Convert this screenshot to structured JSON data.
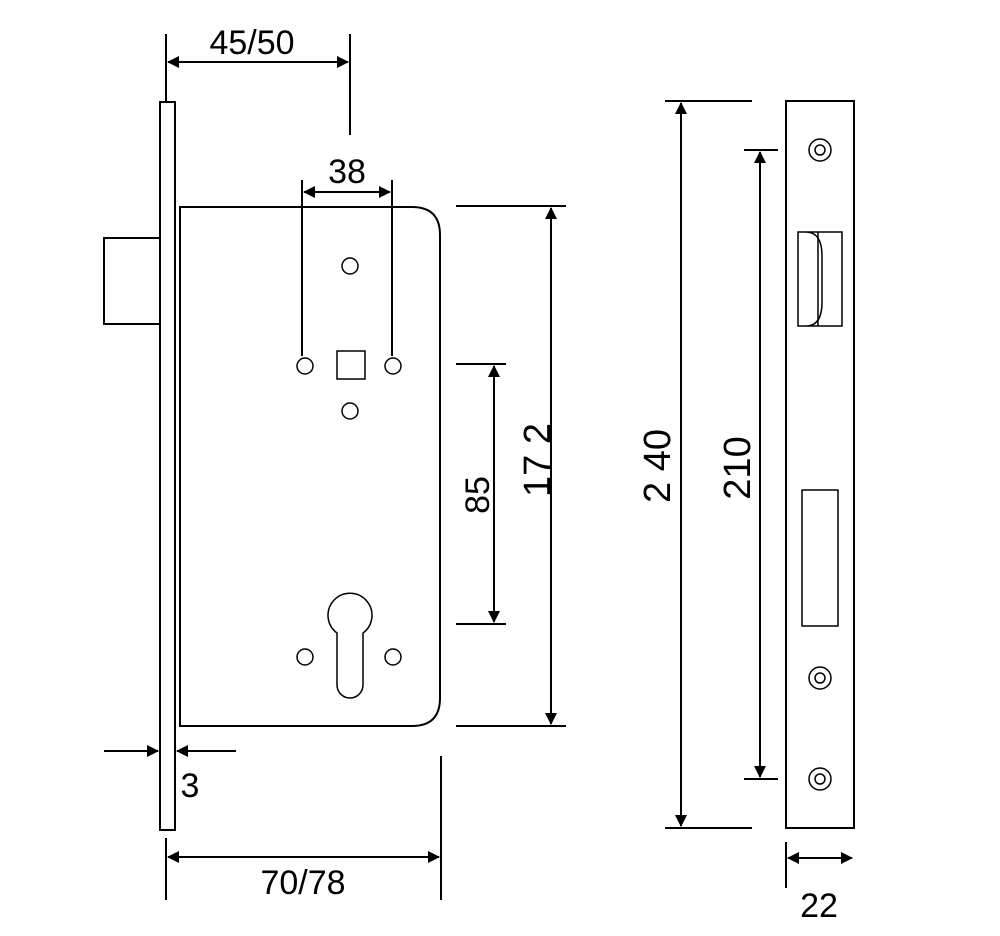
{
  "diagram": {
    "line_color": "#000000",
    "background_color": "#ffffff",
    "dimensions": {
      "backset": "45/50",
      "handle_spacing": "38",
      "center_distance": "85",
      "case_height": "17 2",
      "faceplate_thickness": "3",
      "case_depth": "70/78",
      "faceplate_length": "2 40",
      "screw_spacing": "210",
      "faceplate_width": "22"
    }
  }
}
